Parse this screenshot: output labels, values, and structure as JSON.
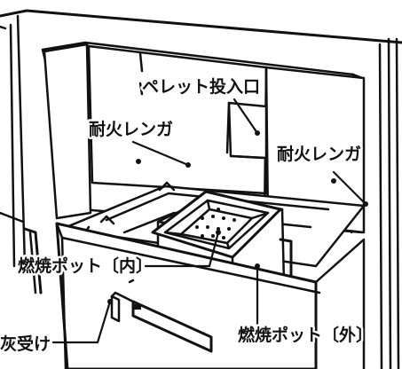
{
  "labels": {
    "pellet_inlet": "ペレット投入口",
    "firebrick_left": "耐火レンガ",
    "firebrick_right": "耐火レンガ",
    "burn_pot_inner": "燃焼ポット〔内〕",
    "burn_pot_outer": "燃焼ポット〔外〕",
    "ash_pan": "灰受け"
  },
  "colors": {
    "line": "#111111",
    "fill": "#ffffff",
    "hole": "#111111"
  }
}
